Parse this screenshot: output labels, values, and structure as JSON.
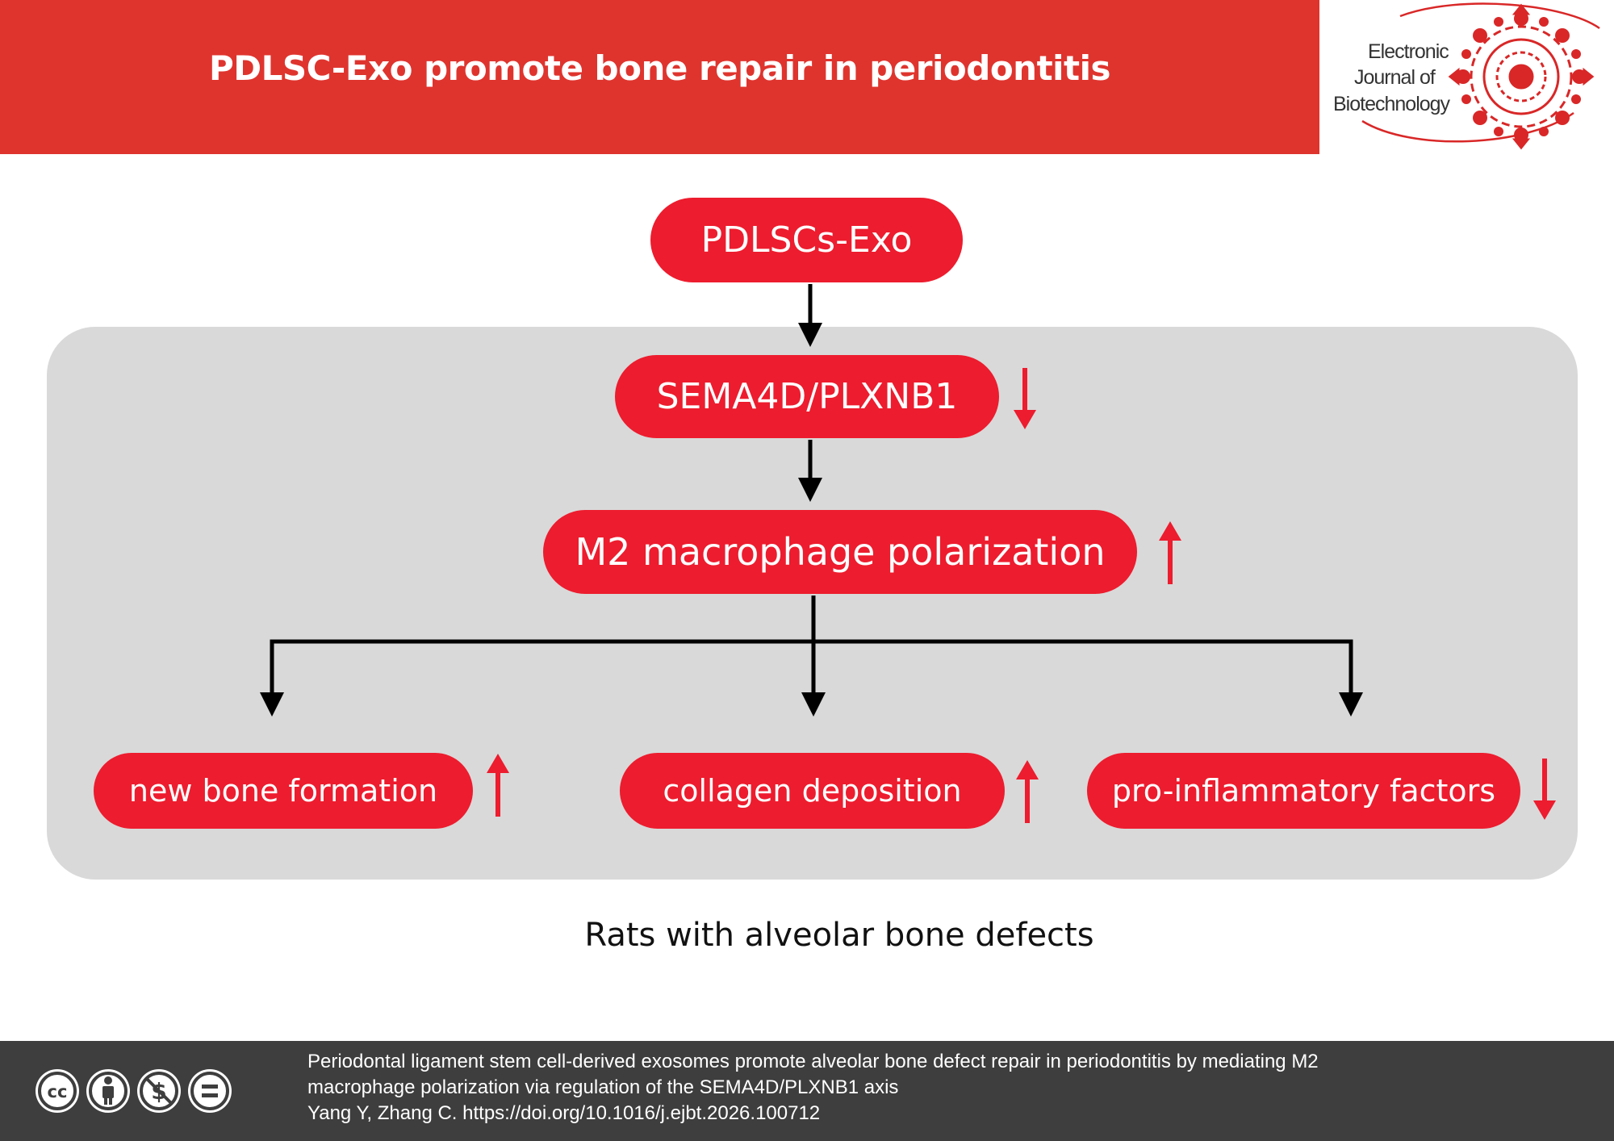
{
  "header": {
    "title": "PDLSC-Exo promote bone repair in periodontitis"
  },
  "logo": {
    "line1": "Electronic",
    "line2": "Journal of",
    "line3": "Biotechnology"
  },
  "diagram": {
    "nodes": [
      {
        "id": "pdlscs-exo",
        "label": "PDLSCs-Exo",
        "trend": ""
      },
      {
        "id": "sema4d-plxnb1",
        "label": "SEMA4D/PLXNB1",
        "trend": "down"
      },
      {
        "id": "m2-polarization",
        "label": "M2 macrophage polarization",
        "trend": "up"
      },
      {
        "id": "new-bone-formation",
        "label": "new bone formation",
        "trend": "up"
      },
      {
        "id": "collagen-deposition",
        "label": "collagen deposition",
        "trend": "up"
      },
      {
        "id": "pro-inflammatory-factors",
        "label": "pro-inflammatory factors",
        "trend": "down"
      }
    ],
    "caption": "Rats with alveolar bone defects"
  },
  "colors": {
    "header_red": "#df342e",
    "node_red": "#ed1c2e",
    "panel_gray": "#d9d9d9",
    "footer_gray": "#3e3e3e"
  },
  "footer": {
    "license_icons": [
      "cc-icon",
      "by-person-icon",
      "non-commercial-icon",
      "no-derivatives-icon"
    ],
    "citation_line1": "Periodontal ligament stem cell-derived exosomes promote alveolar bone defect repair in periodontitis by mediating M2",
    "citation_line2": "macrophage polarization via regulation of the SEMA4D/PLXNB1 axis",
    "citation_line3": "Yang Y, Zhang C. https://doi.org/10.1016/j.ejbt.2026.100712"
  }
}
